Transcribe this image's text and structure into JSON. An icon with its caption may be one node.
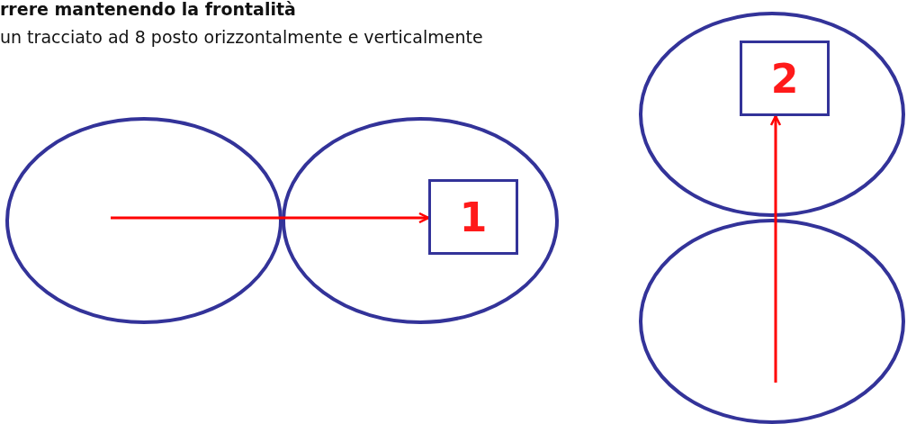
{
  "diagram": {
    "title": "rrere mantenendo la frontalità",
    "nodes": [
      {
        "text": [
          "1"
        ]
      },
      {
        "text": [
          "2"
        ]
      }
    ],
    "edges": [
      {
        "from": null,
        "to": 0,
        "arrow": "to"
      },
      {
        "from": null,
        "to": 1,
        "arrow": "to"
      }
    ],
    "labels": [
      "un tracciato ad 8 posto orizzontalmente e verticalmente"
    ]
  }
}
